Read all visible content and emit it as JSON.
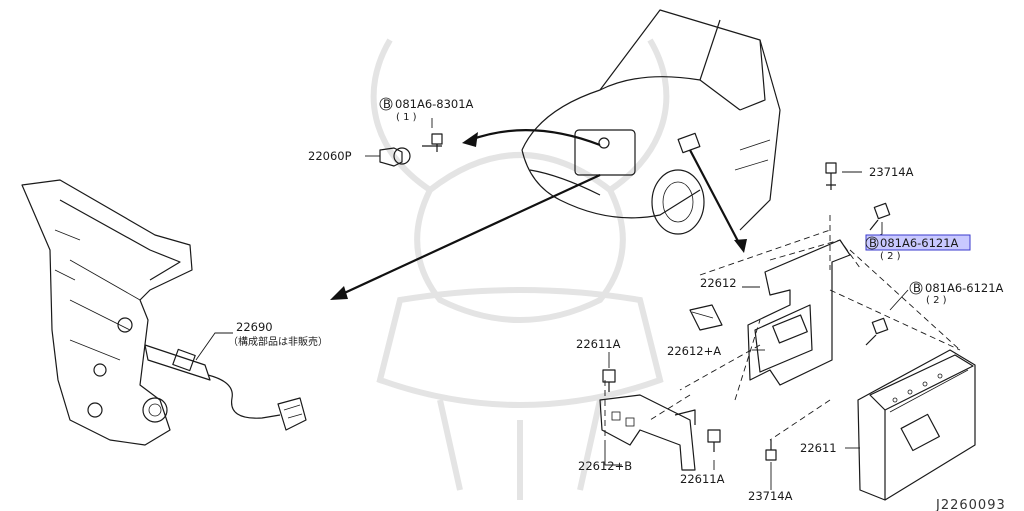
{
  "colors": {
    "line": "#1a1a1a",
    "highlight_fill": "#c9c9ff",
    "highlight_stroke": "#3a3acc",
    "watermark": "#e4e4e4"
  },
  "labels": {
    "bolt_8301": "081A6-8301A",
    "bolt_8301_qty": "( 1 )",
    "sensor_22060": "22060P",
    "bolt_6121_highlight": "081A6-6121A",
    "bolt_6121_highlight_qty": "( 2 )",
    "bolt_6121": "081A6-6121A",
    "bolt_6121_qty": "( 2 )",
    "bolt_23714_top": "23714A",
    "bolt_23714_bottom": "23714A",
    "bracket_22612": "22612",
    "bracket_22612a": "22612+A",
    "bracket_22612b": "22612+B",
    "bolt_22611a_top": "22611A",
    "bolt_22611a_bottom": "22611A",
    "ecm_22611": "22611",
    "o2sensor_22690": "22690",
    "o2sensor_note": "（構成部品は非販売）",
    "bolt_symbol": "B",
    "diagram_ref": "J2260093"
  }
}
